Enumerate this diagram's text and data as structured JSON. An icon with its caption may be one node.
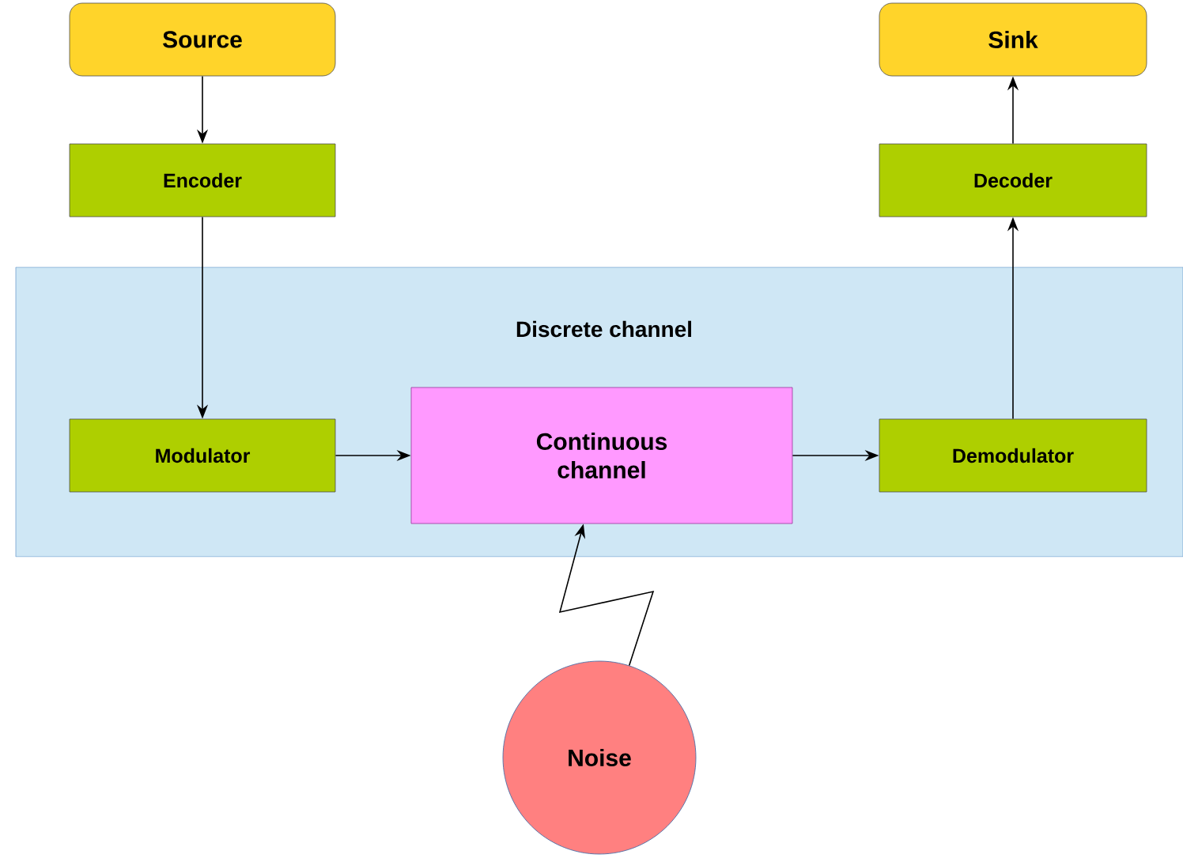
{
  "diagram": {
    "nodes": [
      {
        "text": [
          "Source"
        ]
      },
      {
        "text": [
          "Encoder"
        ]
      },
      {
        "text": [
          "Discrete channel"
        ]
      },
      {
        "text": [
          "Modulator"
        ],
        "in": 2
      },
      {
        "text": [
          "Continuous channel"
        ],
        "in": 2
      },
      {
        "text": [
          "Demodulator"
        ],
        "in": 2
      },
      {
        "text": [
          "Decoder"
        ]
      },
      {
        "text": [
          "Sink"
        ]
      },
      {
        "text": [
          "Noise"
        ]
      }
    ],
    "edges": [
      {
        "from": 0,
        "to": 1,
        "arrow": "to"
      },
      {
        "from": 1,
        "to": 3,
        "arrow": "to"
      },
      {
        "from": 3,
        "to": 4,
        "arrow": "to"
      },
      {
        "from": 4,
        "to": 5,
        "arrow": "to"
      },
      {
        "from": 5,
        "to": 6,
        "arrow": "to"
      },
      {
        "from": 6,
        "to": 7,
        "arrow": "to"
      },
      {
        "from": 8,
        "to": 4,
        "arrow": "to"
      }
    ]
  }
}
